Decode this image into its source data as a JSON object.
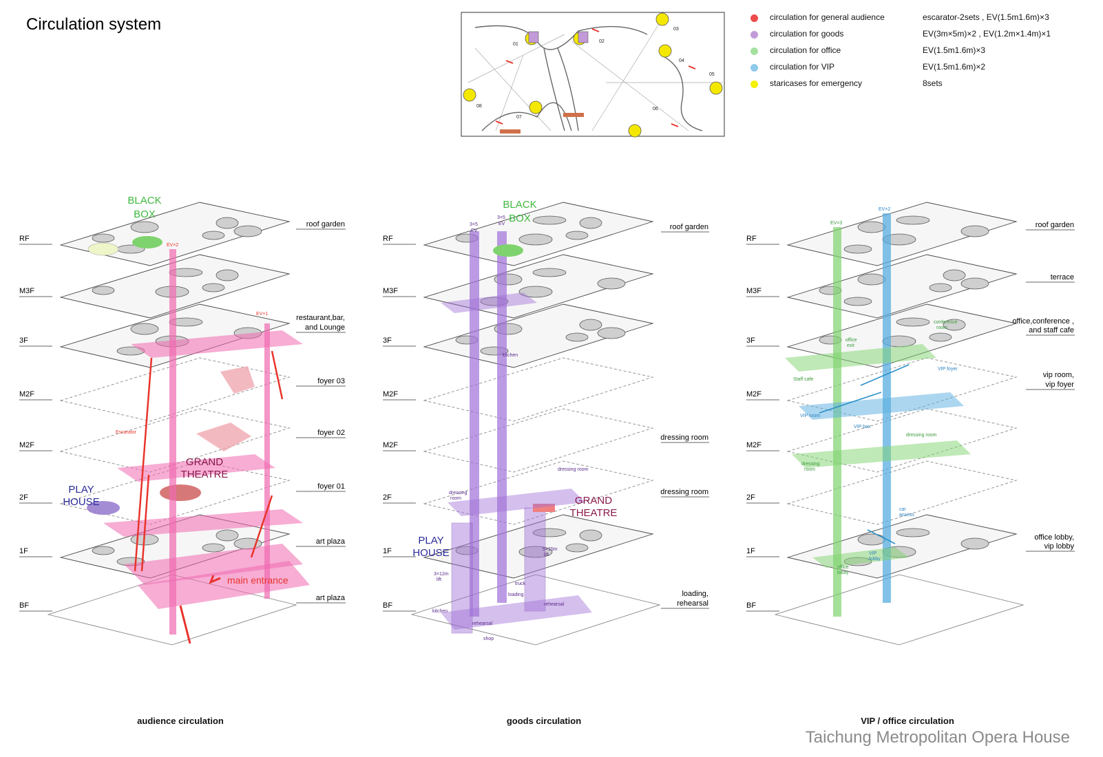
{
  "title": "Circulation system",
  "footer": "Taichung Metropolitan Opera House",
  "colors": {
    "audience": "#f06ab0",
    "goods": "#a070d8",
    "office": "#7fd36e",
    "vip": "#5aaee0",
    "emergency": "#f5e800",
    "red": "#e8342c"
  },
  "legend": [
    {
      "label": "circulation for general audience",
      "spec": "escarator-2sets , EV(1.5m1.6m)×3",
      "color": "#ee4b4b"
    },
    {
      "label": "circulation for goods",
      "spec": "EV(3m×5m)×2 , EV(1.2m×1.4m)×1",
      "color": "#c39ad8"
    },
    {
      "label": "circulation for office",
      "spec": "EV(1.5m1.6m)×3",
      "color": "#a5e0a0"
    },
    {
      "label": "circulation for VIP",
      "spec": "EV(1.5m1.6m)×2",
      "color": "#8fcaea"
    },
    {
      "label": "staricases for emergency",
      "spec": "8sets",
      "color": "#f3f000"
    }
  ],
  "plan": {
    "numbers": [
      "01",
      "02",
      "03",
      "04",
      "05",
      "06",
      "07",
      "08"
    ]
  },
  "floors": [
    "RF",
    "M3F",
    "3F",
    "M2F",
    "M2F",
    "2F",
    "1F",
    "BF"
  ],
  "diagrams": [
    {
      "caption": "audience circulation",
      "labels": [
        "roof garden",
        "restaurant,bar,",
        "and Lounge",
        "foyer 03",
        "foyer 02",
        "foyer 01",
        "art plaza",
        "art plaza"
      ],
      "big": [
        {
          "text": "BLACK",
          "color": "#3eb83e"
        },
        {
          "text": "BOX",
          "color": "#3eb83e"
        },
        {
          "text": "GRAND",
          "color": "#8a1a4a"
        },
        {
          "text": "THEATRE",
          "color": "#8a1a4a"
        },
        {
          "text": "PLAY",
          "color": "#2a2a9a"
        },
        {
          "text": "HOUSE",
          "color": "#2a2a9a"
        }
      ],
      "notes": [
        "EV×2",
        "EV×1",
        "Escarator"
      ],
      "entrance": "main entrance"
    },
    {
      "caption": "goods circulation",
      "labels": [
        "roof garden",
        "dressing room",
        "dressing room",
        "loading,",
        "rehearsal"
      ],
      "big": [
        {
          "text": "BLACK",
          "color": "#3eb83e"
        },
        {
          "text": "BOX",
          "color": "#3eb83e"
        },
        {
          "text": "GRAND",
          "color": "#8a1a4a"
        },
        {
          "text": "THEATRE",
          "color": "#8a1a4a"
        },
        {
          "text": "PLAY",
          "color": "#2a2a9a"
        },
        {
          "text": "HOUSE",
          "color": "#2a2a9a"
        }
      ],
      "notes": [
        "3×5",
        "EV",
        "3×5",
        "EV",
        "kitchen",
        "dressing",
        "room",
        "dressing room",
        "3×12m",
        "lift",
        "5×15m",
        "lift",
        "truck",
        "loading",
        "rehearsal",
        "kitchen",
        "rehearsal",
        "shop"
      ]
    },
    {
      "caption": "VIP / office circulation",
      "labels": [
        "roof garden",
        "terrace",
        "office,conference ,",
        "and staff cafe",
        "vip room,",
        "vip foyer",
        "office lobby,",
        "vip lobby"
      ],
      "notes": [
        "EV×3",
        "EV×2",
        "conference",
        "room",
        "office",
        "exit",
        "Staff cafe",
        "VIP foyer",
        "VIP room",
        "VIP box",
        "dressing room",
        "dressing",
        "room",
        "car",
        "access",
        "VIP",
        "lobby",
        "office",
        "lobby"
      ]
    }
  ]
}
